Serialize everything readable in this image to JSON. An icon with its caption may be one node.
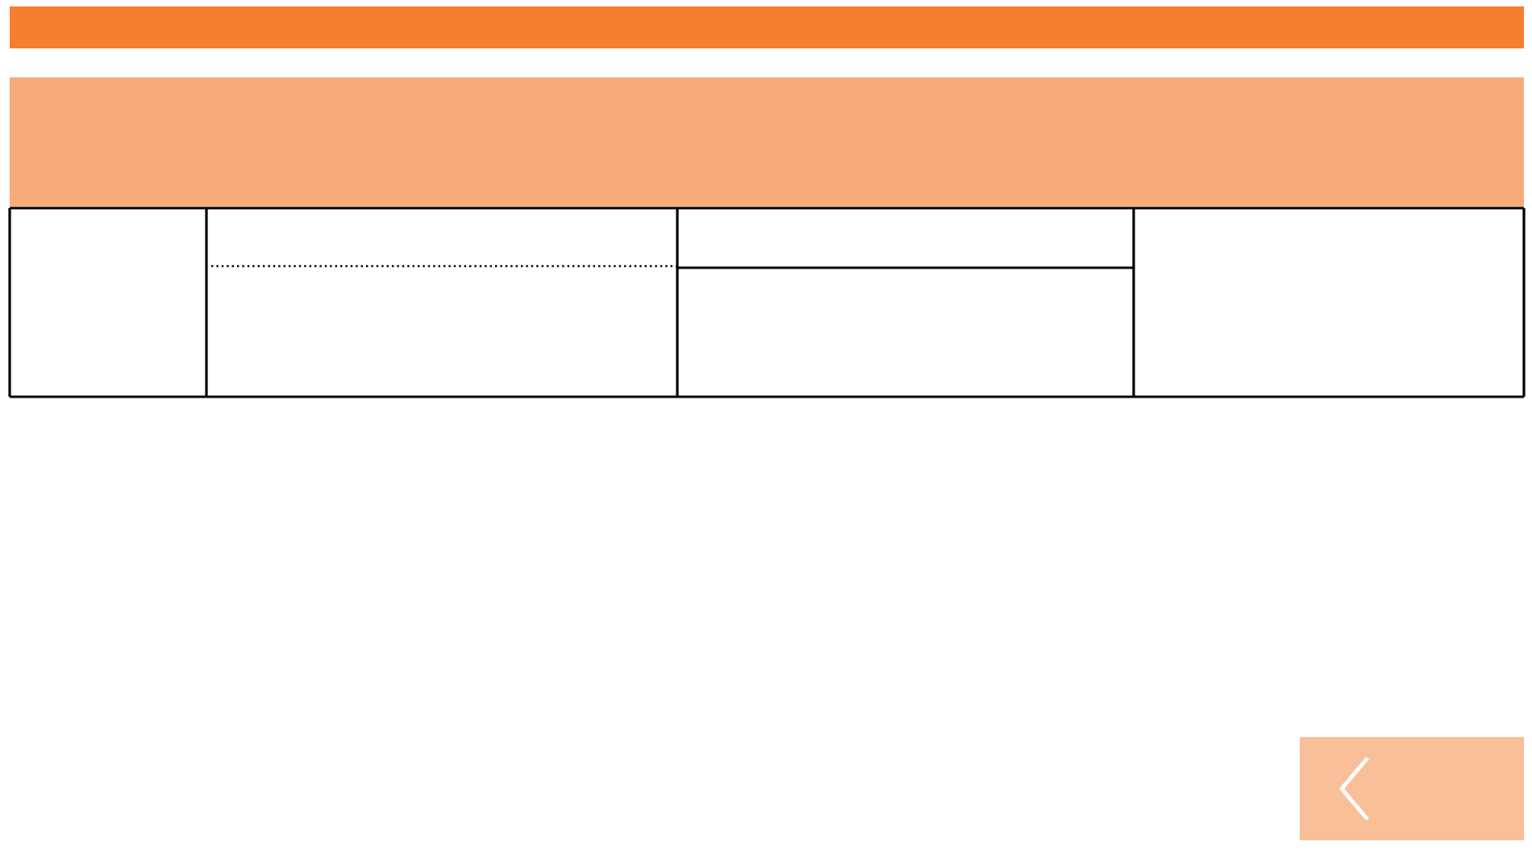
{
  "diagram": {
    "nodes": [
      {
        "text": [],
        "shape": "bar"
      },
      {
        "text": [],
        "shape": "bar"
      },
      {
        "text": [],
        "shape": "box"
      }
    ]
  }
}
